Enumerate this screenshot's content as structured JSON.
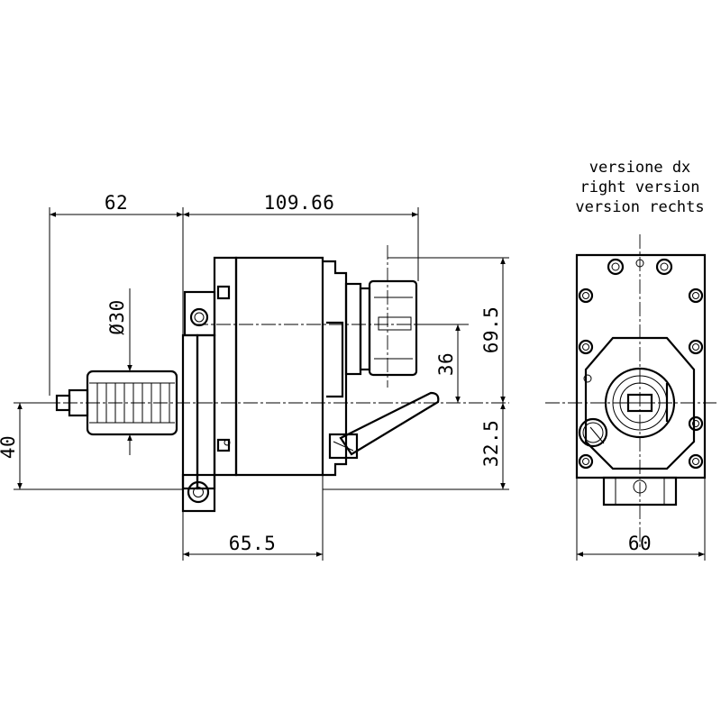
{
  "dimensions": {
    "d62": "62",
    "d109_66": "109.66",
    "d30": "Ø30",
    "d69_5": "69.5",
    "d36": "36",
    "d32_5": "32.5",
    "d40": "40",
    "d65_5": "65.5",
    "d60": "60"
  },
  "version_note": {
    "line1": "versione dx",
    "line2": "right version",
    "line3": "version rechts"
  }
}
